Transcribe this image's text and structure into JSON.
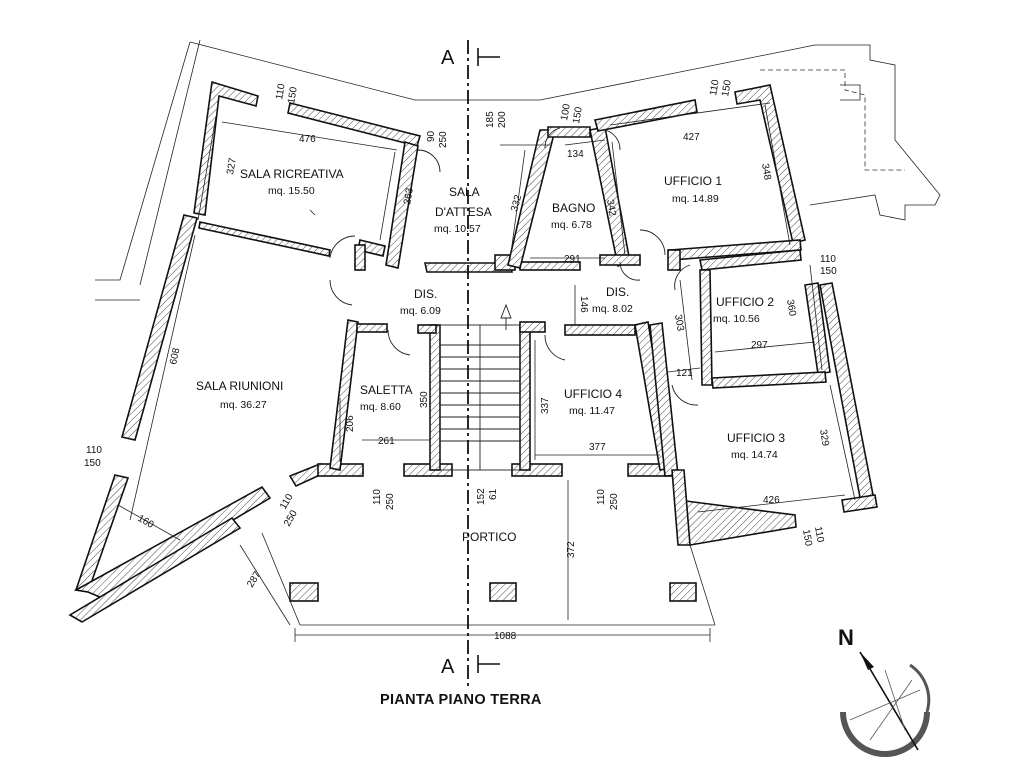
{
  "title": "PIANTA PIANO TERRA",
  "section_marker": "A",
  "north_label": "N",
  "rooms": [
    {
      "key": "sala_ricreativa",
      "name": "SALA RICREATIVA",
      "area": "mq. 15.50"
    },
    {
      "key": "sala_attesa",
      "name_line1": "SALA",
      "name_line2": "D'ATTESA",
      "area": "mq. 10.57"
    },
    {
      "key": "bagno",
      "name": "BAGNO",
      "area": "mq. 6.78"
    },
    {
      "key": "ufficio_1",
      "name": "UFFICIO 1",
      "area": "mq. 14.89"
    },
    {
      "key": "ufficio_2",
      "name": "UFFICIO 2",
      "area": "mq. 10.56"
    },
    {
      "key": "ufficio_3",
      "name": "UFFICIO 3",
      "area": "mq. 14.74"
    },
    {
      "key": "ufficio_4",
      "name": "UFFICIO 4",
      "area": "mq. 11.47"
    },
    {
      "key": "dis_left",
      "name": "DIS.",
      "area": "mq. 6.09"
    },
    {
      "key": "dis_right",
      "name": "DIS.",
      "area": "mq. 8.02"
    },
    {
      "key": "saletta",
      "name": "SALETTA",
      "area": "mq. 8.60"
    },
    {
      "key": "sala_riunioni",
      "name": "SALA RIUNIONI",
      "area": "mq. 36.27"
    },
    {
      "key": "portico",
      "name": "PORTICO"
    }
  ],
  "dimensions": {
    "d476": "476",
    "d327": "327",
    "d263": "263",
    "d110_150_a": "110",
    "d150_a": "150",
    "d90": "90",
    "d250_a": "250",
    "d185": "185",
    "d200": "200",
    "d332": "332",
    "d100": "100",
    "d150_b": "150",
    "d134": "134",
    "d342": "342",
    "d291": "291",
    "d110_b": "110",
    "d150_c": "150",
    "d427": "427",
    "d348": "348",
    "d110_c": "110",
    "d150_d": "150",
    "d360": "360",
    "d303": "303",
    "d297": "297",
    "d146": "146",
    "d121": "121",
    "d329": "329",
    "d426": "426",
    "d110_d": "110",
    "d150_e": "150",
    "d608": "608",
    "d110_e": "110",
    "d150_f": "150",
    "d160": "160",
    "d287": "287",
    "d110_f": "110",
    "d250_b": "250",
    "d206": "206",
    "d261": "261",
    "d350": "350",
    "d337": "337",
    "d377": "377",
    "d110_g": "110",
    "d250_c": "250",
    "d152": "152",
    "d61": "61",
    "d110_h": "110",
    "d250_d": "250",
    "d372": "372",
    "d1088": "1088"
  }
}
